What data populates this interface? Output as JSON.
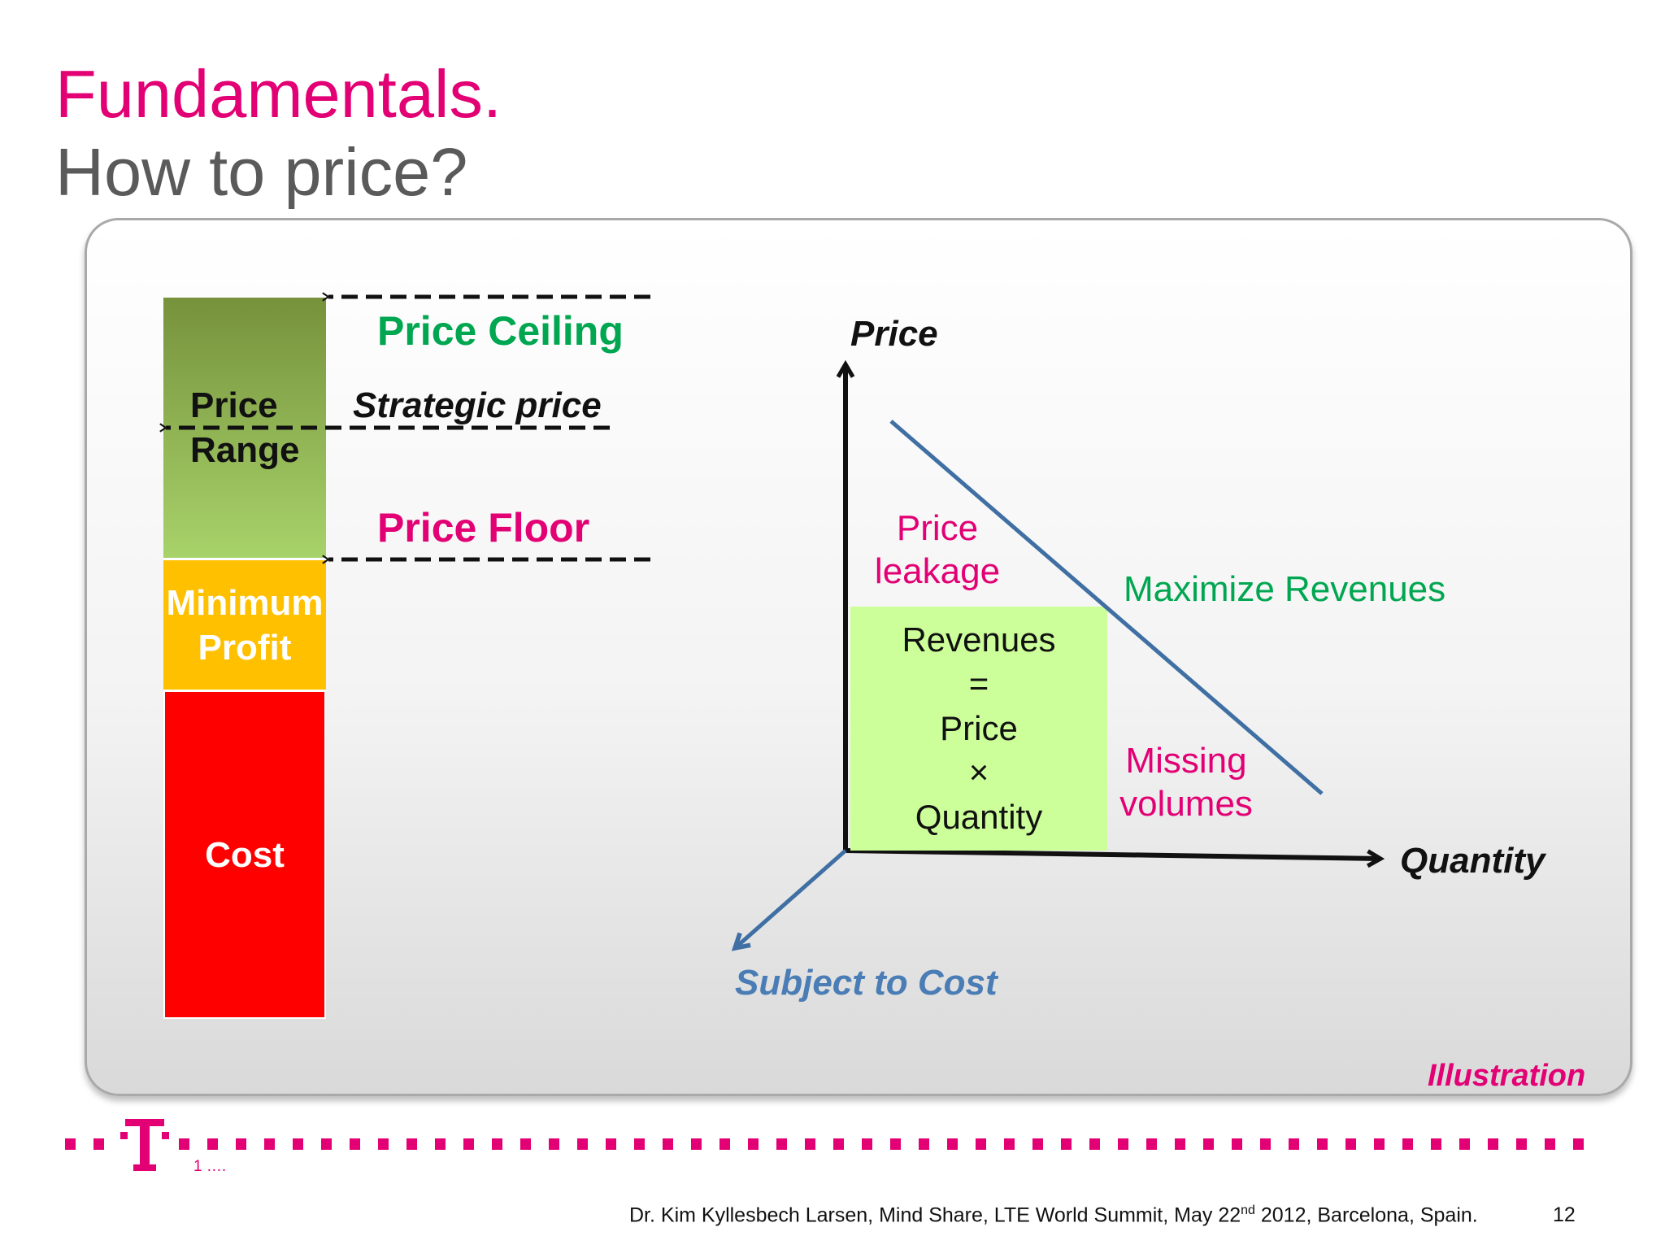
{
  "slide": {
    "title": "Fundamentals.",
    "subtitle": "How to price?"
  },
  "left_diagram": {
    "segments": {
      "range_line1": "Price",
      "range_line2": "Range",
      "min_line1": "Minimum",
      "min_line2": "Profit",
      "cost": "Cost"
    },
    "labels": {
      "ceiling": "Price Ceiling",
      "strategic": "Strategic price",
      "floor": "Price Floor"
    },
    "colors": {
      "range_top": "#76923c",
      "range_bottom": "#a8d26a",
      "minimum_profit": "#ffc000",
      "cost": "#ff0000"
    }
  },
  "right_diagram": {
    "y_axis": "Price",
    "x_axis": "Quantity",
    "z_axis": "Subject to Cost",
    "leakage": "Price leakage",
    "maximize": "Maximize Revenues",
    "missing": "Missing volumes",
    "revenue_box": {
      "line1": "Revenues",
      "line2": "=",
      "line3": "Price",
      "line4": "×",
      "line5": "Quantity"
    },
    "colors": {
      "demand_line": "#3f6fa3",
      "revenue_fill": "#ccff99"
    }
  },
  "illustration_tag": "Illustration",
  "footer": {
    "note": "1 ….",
    "author_text_pre": "Dr. Kim Kyllesbech Larsen, Mind Share, LTE World Summit, May 22",
    "author_text_sup": "nd",
    "author_text_post": " 2012, Barcelona, Spain.",
    "page_number": "12",
    "brand_color": "#e20074"
  }
}
